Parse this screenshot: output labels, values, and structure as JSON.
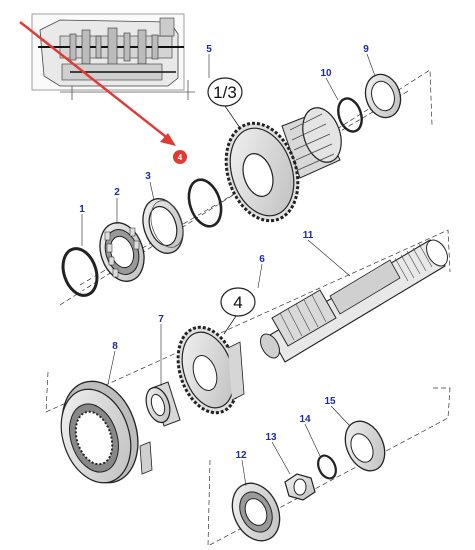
{
  "diagram": {
    "part_numbers": [
      "1",
      "2",
      "3",
      "4",
      "5",
      "6",
      "7",
      "8",
      "9",
      "10",
      "11",
      "12",
      "13",
      "14",
      "15"
    ],
    "callouts": {
      "gear_group": "1/3",
      "gear_single": "4"
    },
    "highlight": {
      "label": "4",
      "color": "#e23a32"
    },
    "colors": {
      "line": "#222222",
      "number": "#1a2aa8",
      "arrow": "#e23a32"
    }
  }
}
